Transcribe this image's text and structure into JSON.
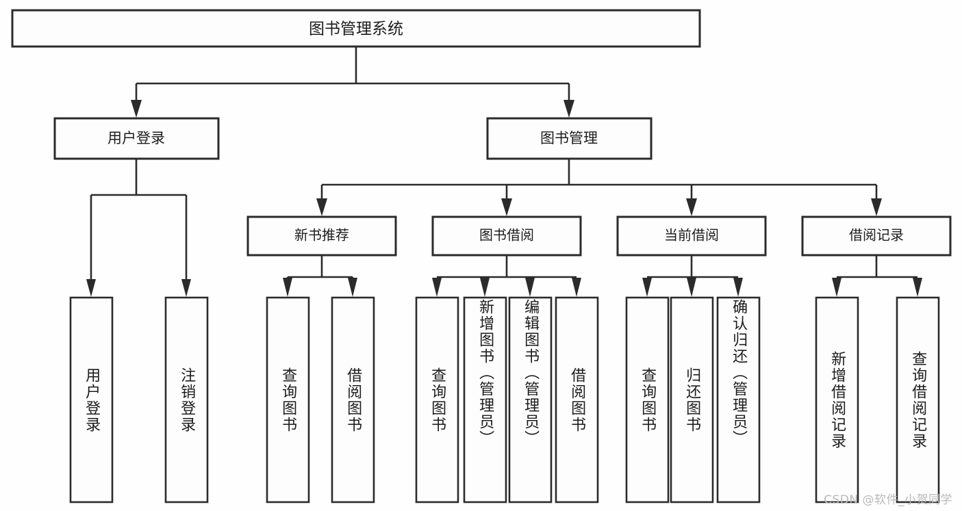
{
  "diagram": {
    "type": "hierarchy-tree",
    "title": "图书管理系统",
    "orientation": "top-down",
    "colors": {
      "stroke": "#2b2b2b",
      "box_fill": "#fdfdfd",
      "text": "#1c1c1c",
      "background": "#fefefe",
      "watermark": "#b9b9b9"
    },
    "nodes": {
      "root": {
        "label": "图书管理系统"
      },
      "level1": [
        {
          "id": "user-login",
          "label": "用户登录"
        },
        {
          "id": "book-management",
          "label": "图书管理"
        }
      ],
      "level2": [
        {
          "id": "new-book-recommend",
          "label": "新书推荐"
        },
        {
          "id": "book-borrow",
          "label": "图书借阅"
        },
        {
          "id": "current-borrow",
          "label": "当前借阅"
        },
        {
          "id": "borrow-record",
          "label": "借阅记录"
        }
      ],
      "leaves": [
        {
          "id": "leaf-user-login",
          "label": "用户登录",
          "parent": "user-login"
        },
        {
          "id": "leaf-logout-login",
          "label": "注销登录",
          "parent": "user-login"
        },
        {
          "id": "leaf-query-book-1",
          "label": "查询图书",
          "parent": "new-book-recommend"
        },
        {
          "id": "leaf-borrow-book-1",
          "label": "借阅图书",
          "parent": "new-book-recommend"
        },
        {
          "id": "leaf-query-book-2",
          "label": "查询图书",
          "parent": "book-borrow"
        },
        {
          "id": "leaf-add-book",
          "label": "新增图书（管理员）",
          "parent": "book-borrow"
        },
        {
          "id": "leaf-edit-book",
          "label": "编辑图书（管理员）",
          "parent": "book-borrow"
        },
        {
          "id": "leaf-borrow-book-2",
          "label": "借阅图书",
          "parent": "book-borrow"
        },
        {
          "id": "leaf-query-book-3",
          "label": "查询图书",
          "parent": "current-borrow"
        },
        {
          "id": "leaf-return-book",
          "label": "归还图书",
          "parent": "current-borrow"
        },
        {
          "id": "leaf-confirm-return",
          "label": "确认归还（管理员）",
          "parent": "current-borrow"
        },
        {
          "id": "leaf-add-record",
          "label": "新增借阅记录",
          "parent": "borrow-record"
        },
        {
          "id": "leaf-query-record",
          "label": "查询借阅记录",
          "parent": "borrow-record"
        }
      ]
    }
  },
  "watermark": {
    "text": "CSDN @软件_小贺同学"
  }
}
